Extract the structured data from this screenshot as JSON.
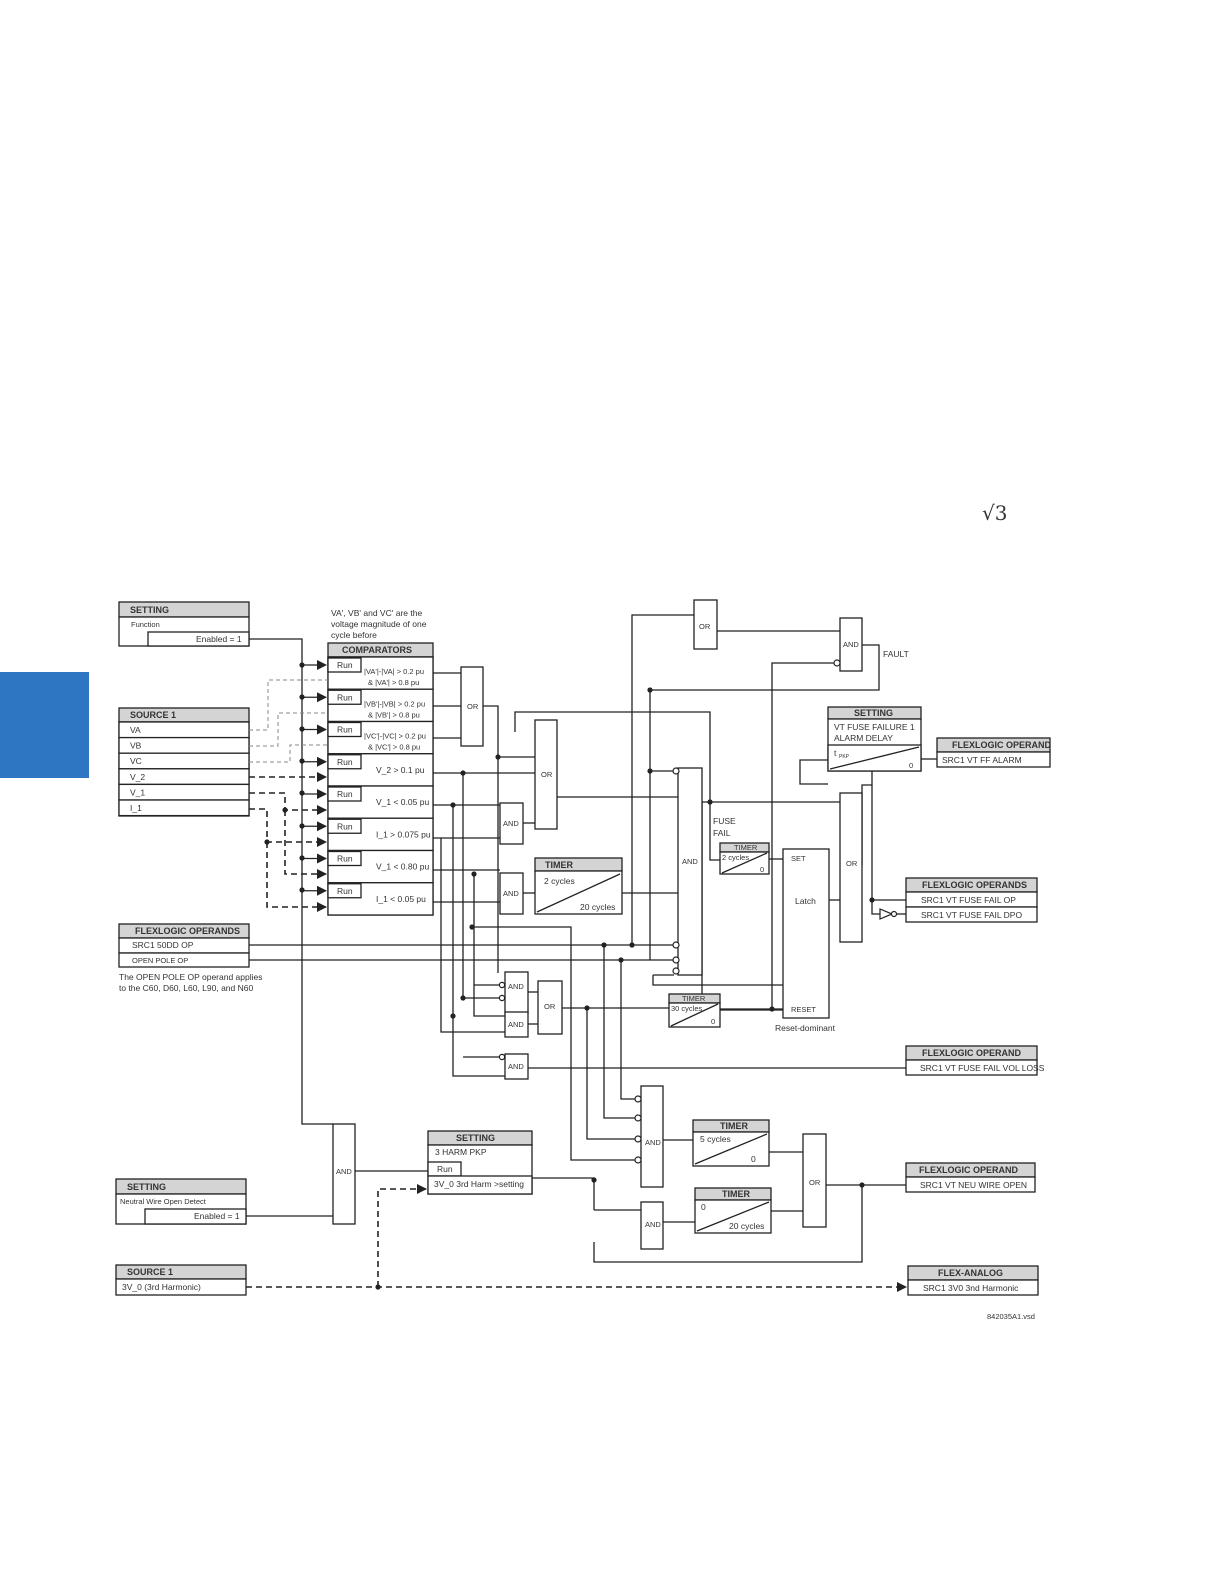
{
  "colors": {
    "side_tab": "#2f76c2",
    "header_fill": "#d4d4d4",
    "line": "#222222"
  },
  "page": {
    "sqrt_symbol": "√3",
    "drawing_id": "842035A1.vsd"
  },
  "setting_function": {
    "header": "SETTING",
    "label": "Function",
    "value": "Enabled = 1"
  },
  "note_prefault": {
    "line1": "VA', VB' and VC' are  the",
    "line2": "voltage magnitude of one",
    "line3": "cycle before"
  },
  "source1": {
    "header": "SOURCE 1",
    "items": [
      "VA",
      "VB",
      "VC",
      "V_2",
      "V_1",
      "I_1"
    ]
  },
  "comparators": {
    "header": "COMPARATORS",
    "run": "Run",
    "rows": [
      [
        "|VA'|-|VA| > 0.2 pu",
        "& |VA'| > 0.8 pu"
      ],
      [
        "|VB'|-|VB| > 0.2 pu",
        "& |VB'| > 0.8 pu"
      ],
      [
        "|VC'|-|VC| > 0.2 pu",
        "& |VC'| > 0.8 pu"
      ],
      [
        "V_2 > 0.1 pu"
      ],
      [
        "V_1 < 0.05 pu"
      ],
      [
        "I_1 > 0.075 pu"
      ],
      [
        "V_1 < 0.80 pu"
      ],
      [
        "I_1 < 0.05 pu"
      ]
    ]
  },
  "gates": {
    "or": "OR",
    "and": "AND"
  },
  "timer_2_20": {
    "header": "TIMER",
    "pickup": "2 cycles",
    "dropout": "20 cycles"
  },
  "timer_fusefail": {
    "header": "TIMER",
    "pickup": "2 cycles",
    "dropout": "0"
  },
  "timer_30": {
    "header": "TIMER",
    "pickup": "30 cycles",
    "dropout": "0"
  },
  "timer_5": {
    "header": "TIMER",
    "pickup": "5 cycles",
    "dropout": "0"
  },
  "timer_0_20": {
    "header": "TIMER",
    "pickup": "0",
    "dropout": "20 cycles"
  },
  "labels": {
    "fault": "FAULT",
    "fuse_fail_1": "FUSE",
    "fuse_fail_2": "FAIL"
  },
  "latch": {
    "set": "SET",
    "title": "Latch",
    "reset": "RESET",
    "note": "Reset-dominant"
  },
  "setting_alarm": {
    "header": "SETTING",
    "line1": "VT FUSE FAILURE 1",
    "line2": "ALARM DELAY",
    "pkp": "t",
    "pkp_sub": "PKP",
    "dpo": "0"
  },
  "fl_ff_alarm": {
    "header": "FLEXLOGIC OPERAND",
    "value": "SRC1 VT FF ALARM"
  },
  "fl_fuse_fail": {
    "header": "FLEXLOGIC OPERANDS",
    "op": "SRC1 VT FUSE FAIL OP",
    "dpo": "SRC1 VT FUSE FAIL DPO"
  },
  "fl_inputs": {
    "header": "FLEXLOGIC OPERANDS",
    "items": [
      "SRC1 50DD OP",
      "OPEN POLE OP"
    ],
    "note1": "The OPEN POLE OP operand applies",
    "note2": "to the C60, D60, L60, L90, and N60"
  },
  "fl_vol_loss": {
    "header": "FLEXLOGIC OPERAND",
    "value": "SRC1 VT FUSE FAIL VOL LOSS"
  },
  "setting_3harm": {
    "header": "SETTING",
    "label": "3 HARM  PKP",
    "run": "Run",
    "compare": "3V_0 3rd Harm >setting"
  },
  "setting_neutral": {
    "header": "SETTING",
    "label": "Neutral Wire Open Detect",
    "value": "Enabled = 1"
  },
  "fl_neu_wire": {
    "header": "FLEXLOGIC OPERAND",
    "value": "SRC1 VT NEU WIRE OPEN"
  },
  "source1_3v0": {
    "header": "SOURCE 1",
    "value": "3V_0 (3rd Harmonic)"
  },
  "flex_analog": {
    "header": "FLEX-ANALOG",
    "value": "SRC1 3V0 3nd Harmonic"
  }
}
